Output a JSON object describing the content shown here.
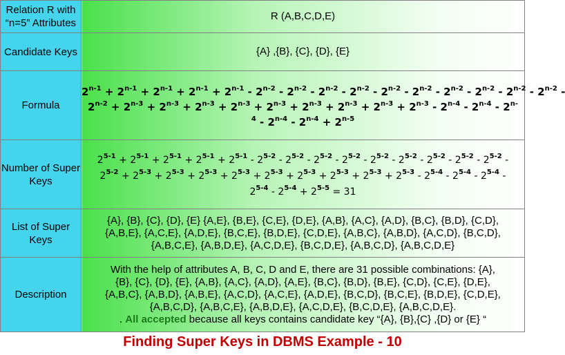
{
  "rows": {
    "relation": {
      "label": "Relation R with “n=5” Attributes",
      "value": "R (A,B,C,D,E)"
    },
    "candidate": {
      "label": "Candidate Keys",
      "value": "{A} ,{B}, {C}, {D}, {E}"
    },
    "formula": {
      "label": "Formula",
      "lines": [
        "2<sup>n-1</sup> + 2<sup>n-1</sup> + 2<sup>n-1</sup> + 2<sup>n-1</sup> + 2<sup>n-1</sup> - 2<sup>n-2</sup> - 2<sup>n-2</sup> - 2<sup>n-2</sup> - 2<sup>n-2</sup> - 2<sup>n-2</sup> - 2<sup>n-2</sup> - 2<sup>n-2</sup> - 2<sup>n-2</sup> - 2<sup>n-2</sup> - 2<sup>n-2</sup> -",
        "2<sup>n-2</sup> + 2<sup>n-3</sup> + 2<sup>n-3</sup> + 2<sup>n-3</sup> + 2<sup>n-3</sup> + 2<sup>n-3</sup> + 2<sup>n-3</sup> + 2<sup>n-3</sup> + 2<sup>n-3</sup> + 2<sup>n-3</sup> - 2<sup>n-4</sup> - 2<sup>n-4</sup> - 2<sup>n-</sup>",
        "<sup>4</sup> - 2<sup>n-4</sup> - 2<sup>n-4</sup> + 2<sup>n-5</sup>"
      ]
    },
    "superkeys": {
      "label": "Number of Super Keys",
      "lines": [
        "2<sup>5-1</sup> + 2<sup>5-1</sup> + 2<sup>5-1</sup> + 2<sup>5-1</sup> + 2<sup>5-1</sup> - 2<sup>5-2</sup> - 2<sup>5-2</sup> - 2<sup>5-2</sup> - 2<sup>5-2</sup> - 2<sup>5-2</sup> - 2<sup>5-2</sup> - 2<sup>5-2</sup> - 2<sup>5-2</sup> - 2<sup>5-2</sup> -",
        "2<sup>5-2</sup> + 2<sup>5-3</sup> + 2<sup>5-3</sup> + 2<sup>5-3</sup> + 2<sup>5-3</sup> + 2<sup>5-3</sup> + 2<sup>5-3</sup> + 2<sup>5-3</sup> + 2<sup>5-3</sup> + 2<sup>5-3</sup> - 2<sup>5-4</sup> - 2<sup>5-4</sup> - 2<sup>5-4</sup> -",
        "2<sup>5-4</sup> - 2<sup>5-4</sup> + 2<sup>5-5</sup> = 31"
      ]
    },
    "list": {
      "label": "List of Super Keys",
      "lines": [
        "{A}, {B}, {C}, {D}, {E} {A,E}, {B,E}, {C,E}, {D,E}, {A,B}, {A,C}, {A,D}, {B,C}, {B,D}, {C,D},",
        "{A,B,E}, {A,C,E}, {A,D,E}, {B,C,E}, {B,D,E}, {C,D,E}, {A,B,C}, {A,B,D}, {A,C,D}, {B,C,D},",
        "{A,B,C,E}, {A,B,D,E}, {A,C,D,E}, {B,C,D,E}, {A,B,C,D}, {A,B,C,D,E}"
      ]
    },
    "description": {
      "label": "Description",
      "lines": [
        "With the help of attributes A, B, C, D and E, there are 31 possible combinations: {A},",
        "{B}, {C}, {D}, {E}, {A,B}, {A,C}, {A,D}, {A,E}, {B,C}, {B,D}, {B,E}, {C,D}, {C,E}, {D,E},",
        "{A,B,C}, {A,B,D}, {A,B,E}, {A,C,D}, {A,C,E}, {A,D,E}, {B,C,D}, {B,C,E}, {B,D,E}, {C,D,E},",
        "{A,B,C,D}, {A,B,C,E}, {A,B,D,E}, {A,C,D,E}, {B,C,D,E}, {A,B,C,D,E}."
      ],
      "verdict_prefix": ". ",
      "verdict_accent": "All accepted",
      "verdict_rest": " because all keys contains candidate key “{A}, {B},{C} ,{D} or {E} “"
    }
  },
  "caption": "Finding Super Keys in DBMS Example - 10",
  "colors": {
    "label_bg": "#44d4ee",
    "value_green": "#4ae04a",
    "caption": "#c00000",
    "accent": "#1a7a1a"
  }
}
